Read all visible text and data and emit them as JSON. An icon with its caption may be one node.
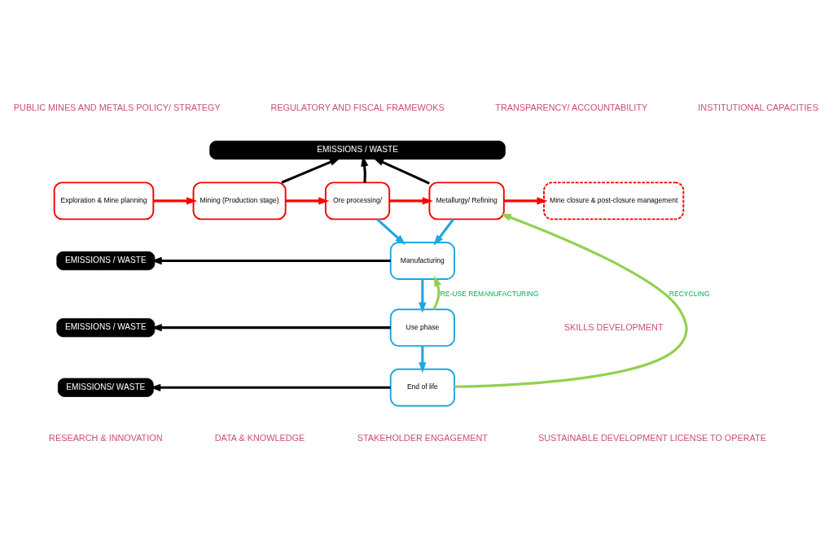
{
  "diagram": {
    "nodes": [
      {
        "text": [
          "Exploration & Mine planning"
        ]
      },
      {
        "text": [
          "Mining (Production stage)"
        ]
      },
      {
        "text": [
          "Ore processing/"
        ]
      },
      {
        "text": [
          "Metallurgy/ Refining"
        ]
      },
      {
        "text": [
          "Mine closure & post-closure management"
        ]
      },
      {
        "text": [
          "EMISSIONS / WASTE"
        ]
      },
      {
        "text": [
          "Manufacturing"
        ]
      },
      {
        "text": [
          "Use phase"
        ]
      },
      {
        "text": [
          "End of life"
        ]
      },
      {
        "text": [
          "EMISSIONS / WASTE"
        ]
      },
      {
        "text": [
          "EMISSIONS / WASTE"
        ]
      },
      {
        "text": [
          "EMISSIONS/ WASTE"
        ]
      }
    ],
    "edges": [
      {
        "from": 0,
        "to": 1,
        "arrow": "to",
        "color": "#ff0000"
      },
      {
        "from": 1,
        "to": 2,
        "arrow": "to",
        "color": "#ff0000"
      },
      {
        "from": 2,
        "to": 3,
        "arrow": "to",
        "color": "#ff0000"
      },
      {
        "from": 3,
        "to": 4,
        "arrow": "to",
        "color": "#ff0000"
      },
      {
        "from": 1,
        "to": 5,
        "arrow": "to"
      },
      {
        "from": 2,
        "to": 5,
        "arrow": "to"
      },
      {
        "from": 3,
        "to": 5,
        "arrow": "to"
      },
      {
        "from": 2,
        "to": 6,
        "arrow": "to",
        "color": "#1ea7e1"
      },
      {
        "from": 3,
        "to": 6,
        "arrow": "to",
        "color": "#1ea7e1"
      },
      {
        "from": 6,
        "to": 9,
        "arrow": "to"
      },
      {
        "from": 6,
        "to": 7,
        "arrow": "to",
        "color": "#1ea7e1"
      },
      {
        "from": 7,
        "to": 6,
        "arrow": "to",
        "color": "#92d050",
        "label": "RE-USE REMANUFACTURING"
      },
      {
        "from": 7,
        "to": 10,
        "arrow": "to"
      },
      {
        "from": 7,
        "to": 8,
        "arrow": "to",
        "color": "#1ea7e1"
      },
      {
        "from": 8,
        "to": 11,
        "arrow": "to"
      },
      {
        "from": 8,
        "to": 3,
        "arrow": "to",
        "color": "#92d050",
        "label": "RECYCLING"
      }
    ],
    "labels": [
      "PUBLIC MINES AND METALS POLICY/ STRATEGY",
      "REGULATORY AND FISCAL FRAMEWOKS",
      "TRANSPARENCY/ ACCOUNTABILITY",
      "INSTITUTIONAL CAPACITIES",
      "SKILLS DEVELOPMENT",
      "RESEARCH & INNOVATION",
      "DATA & KNOWLEDGE",
      "STAKEHOLDER ENGAGEMENT",
      "SUSTAINABLE DEVELOPMENT LICENSE TO OPERATE"
    ]
  }
}
